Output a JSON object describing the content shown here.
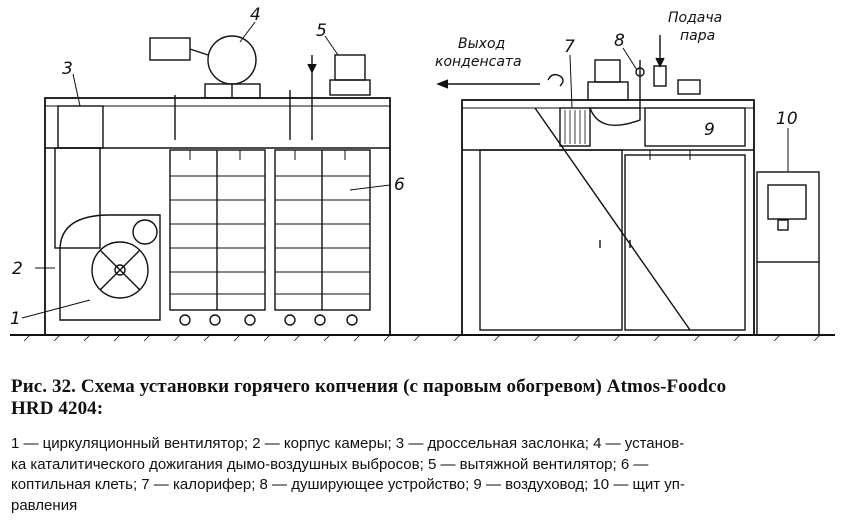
{
  "figure": {
    "labels": {
      "n1": "1",
      "n2": "2",
      "n3": "3",
      "n4": "4",
      "n5": "5",
      "n6": "6",
      "n7": "7",
      "n8": "8",
      "n9": "9",
      "n10": "10"
    },
    "condensate_line1": "Выход",
    "condensate_line2": "конденсата",
    "steam_line1": "Подача",
    "steam_line2": "пара"
  },
  "caption": {
    "line1": "Рис. 32. Схема установки горячего копчения (с паровым обогревом)  Atmos-Foodco",
    "line2": "HRD 4204:"
  },
  "legend": {
    "line1": "1 — циркуляционный вентилятор; 2 — корпус камеры; 3 — дроссельная заслонка; 4 — установ-",
    "line2": "ка каталитического дожигания дымо-воздушных выбросов; 5 — вытяжной вентилятор; 6 —",
    "line3": "коптильная клеть; 7 — калорифер; 8 — душирующее устройство; 9 — воздуховод; 10 — щит уп-",
    "line4": "равления"
  }
}
